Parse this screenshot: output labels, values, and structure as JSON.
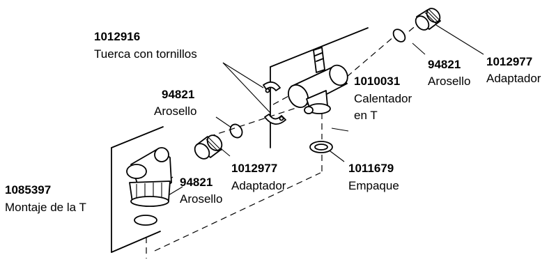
{
  "labels": {
    "tuerca": {
      "number": "1012916",
      "name": "Tuerca con tornillos"
    },
    "arosello_left": {
      "number": "94821",
      "name": "Arosello"
    },
    "calentador": {
      "number": "1010031",
      "name_line1": "Calentador",
      "name_line2": "en T"
    },
    "arosello_right": {
      "number": "94821",
      "name": "Arosello"
    },
    "adaptador_right": {
      "number": "1012977",
      "name": "Adaptador"
    },
    "adaptador_mid": {
      "number": "1012977",
      "name": "Adaptador"
    },
    "empaque": {
      "number": "1011679",
      "name": "Empaque"
    },
    "montaje": {
      "number": "1085397",
      "name": "Montaje de la T"
    },
    "arosello_bottom": {
      "number": "94821",
      "name": "Arosello"
    }
  }
}
